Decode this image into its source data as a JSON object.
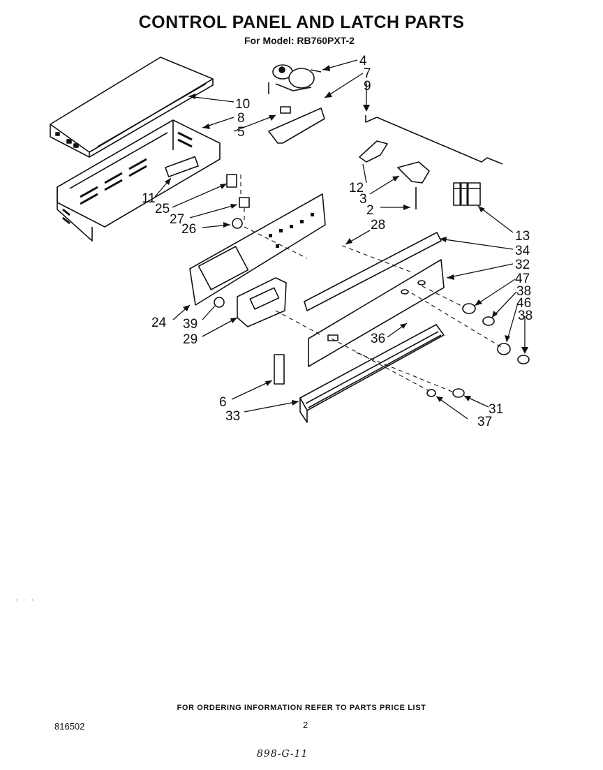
{
  "header": {
    "title": "CONTROL PANEL AND LATCH PARTS",
    "subtitle": "For Model: RB760PXT-2"
  },
  "callouts": {
    "c4": "4",
    "c7": "7",
    "c9": "9",
    "c10": "10",
    "c8": "8",
    "c5": "5",
    "c11": "11",
    "c25": "25",
    "c27": "27",
    "c26": "26",
    "c28": "28",
    "c12": "12",
    "c3": "3",
    "c2": "2",
    "c13": "13",
    "c34": "34",
    "c32": "32",
    "c47": "47",
    "c38a": "38",
    "c46": "46",
    "c38b": "38",
    "c24": "24",
    "c39": "39",
    "c29": "29",
    "c36": "36",
    "c6": "6",
    "c33": "33",
    "c31": "31",
    "c37": "37"
  },
  "footer": {
    "ordering_note": "FOR ORDERING INFORMATION REFER TO PARTS PRICE LIST",
    "doc_number": "816502",
    "page_number": "2",
    "handwritten": "898-G-11",
    "stray_marks": ". . ."
  }
}
